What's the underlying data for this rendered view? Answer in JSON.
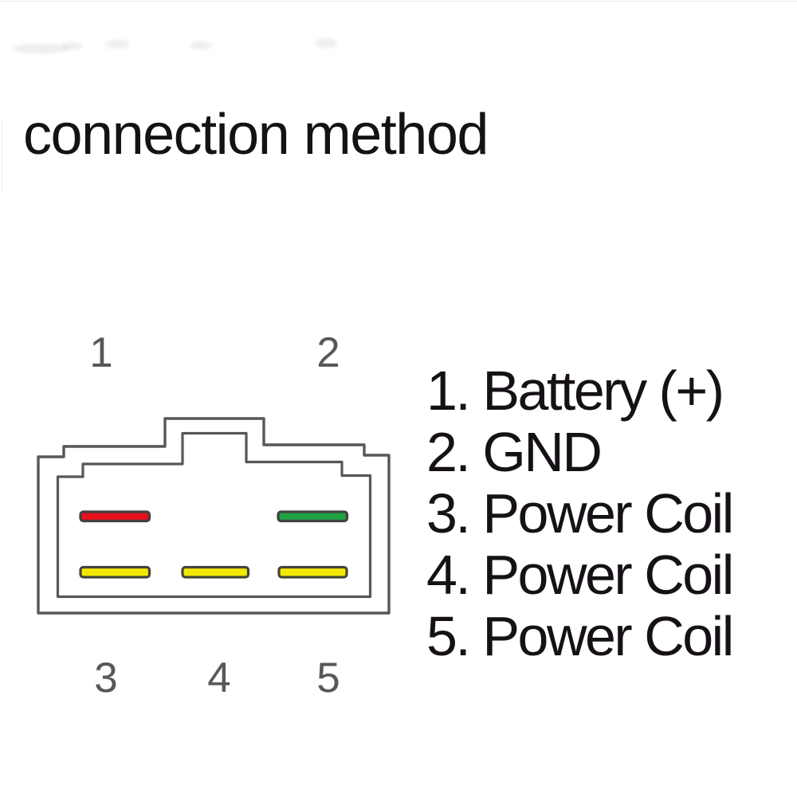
{
  "title": "connection method",
  "connector": {
    "outline_color": "#57575a",
    "pin_border_color": "#414141",
    "top_pin_numbers": [
      "1",
      "2"
    ],
    "bottom_pin_numbers": [
      "3",
      "4",
      "5"
    ],
    "pins": [
      {
        "pin": "1",
        "position": "top-left",
        "color": "#e8101e"
      },
      {
        "pin": "2",
        "position": "top-right",
        "color": "#1ea244"
      },
      {
        "pin": "3",
        "position": "bottom-left",
        "color": "#f3e800"
      },
      {
        "pin": "4",
        "position": "bottom-center",
        "color": "#f3e800"
      },
      {
        "pin": "5",
        "position": "bottom-right",
        "color": "#f3e800"
      }
    ]
  },
  "legend": {
    "items": [
      {
        "text": "1. Battery (+)"
      },
      {
        "text": "2. GND"
      },
      {
        "text": "3. Power Coil"
      },
      {
        "text": "4. Power Coil"
      },
      {
        "text": "5. Power Coil"
      }
    ]
  }
}
